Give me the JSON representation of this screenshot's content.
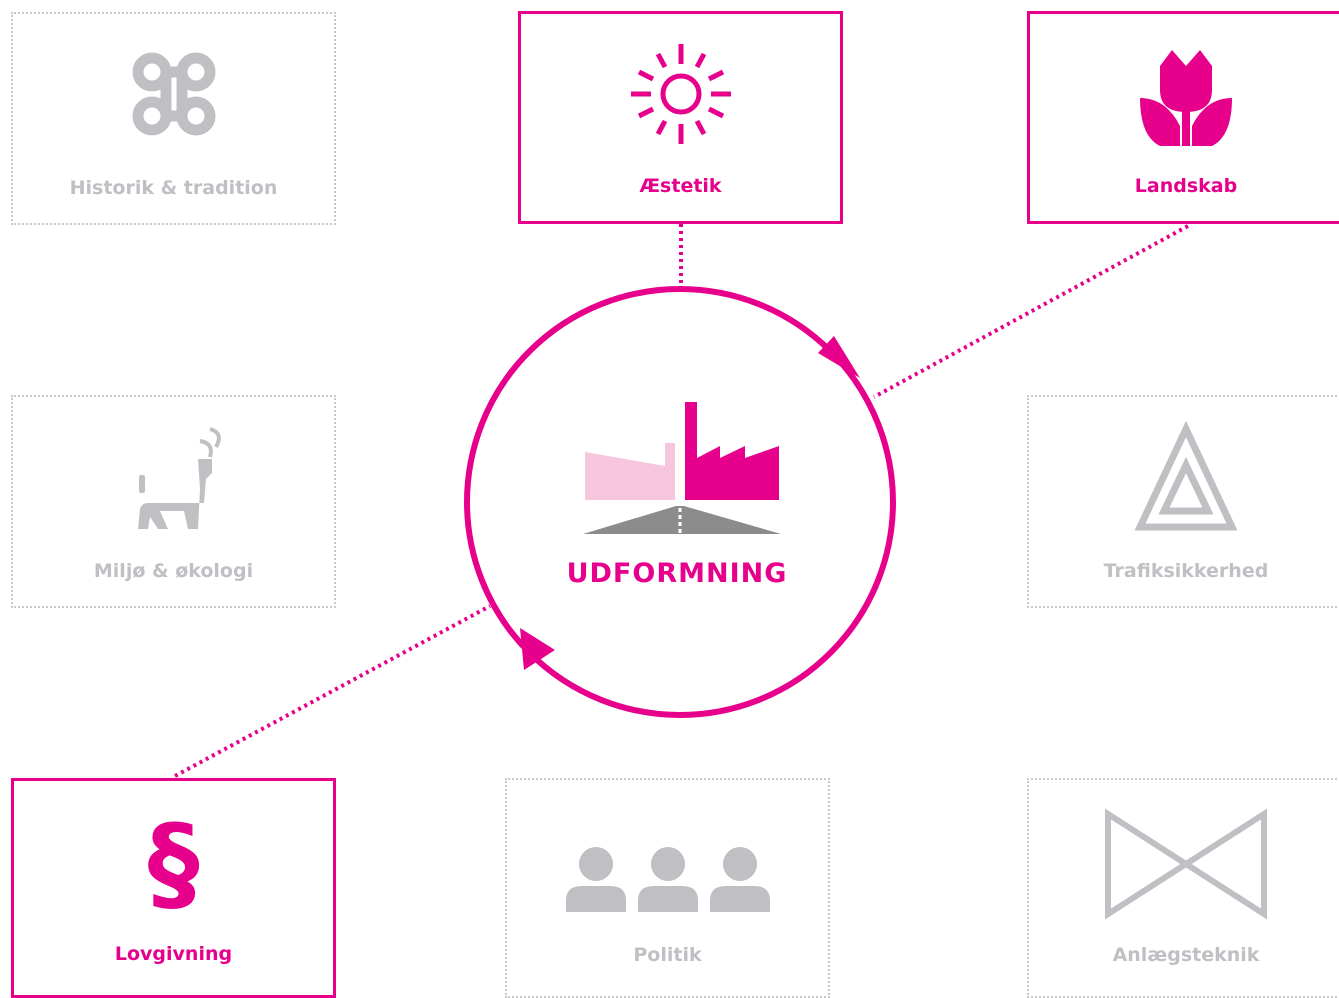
{
  "center": {
    "title": "UDFORMNING"
  },
  "cards": [
    {
      "label": "Historik & tradition",
      "icon": "command-key-icon",
      "active": false
    },
    {
      "label": "Æstetik",
      "icon": "sun-icon",
      "active": true
    },
    {
      "label": "Landskab",
      "icon": "tulip-icon",
      "active": true
    },
    {
      "label": "Miljø & økologi",
      "icon": "deer-icon",
      "active": false
    },
    {
      "label": "Trafiksikkerhed",
      "icon": "warning-triangle-icon",
      "active": false
    },
    {
      "label": "Lovgivning",
      "icon": "paragraph-sign-icon",
      "glyph": "§",
      "active": true
    },
    {
      "label": "Politik",
      "icon": "people-group-icon",
      "active": false
    },
    {
      "label": "Anlægsteknik",
      "icon": "bowtie-valve-icon",
      "active": false
    }
  ],
  "colors": {
    "accent": "#e6008c",
    "accent_light": "#f6c6df",
    "inactive": "#c0c0c4",
    "road": "#8c8c8c"
  }
}
